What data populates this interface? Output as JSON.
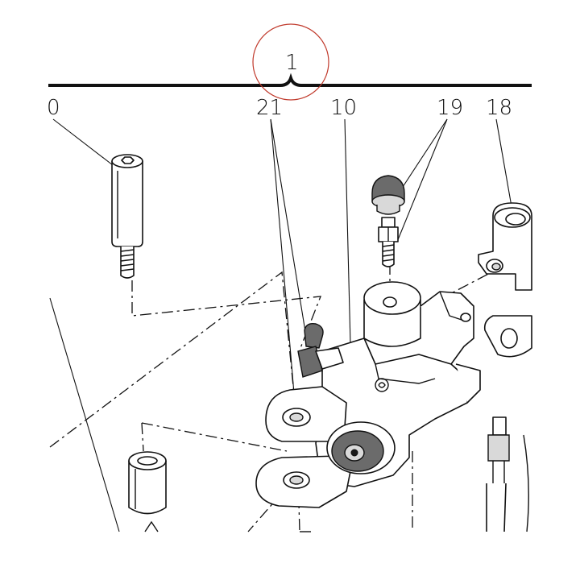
{
  "callouts": {
    "c1": "1",
    "c0": "0",
    "c21": "21",
    "c10": "10",
    "c19": "19",
    "c18": "18"
  },
  "colors": {
    "ink": "#111111",
    "highlight_circle": "#c0392b",
    "part_shading": "#d9d9d9"
  }
}
